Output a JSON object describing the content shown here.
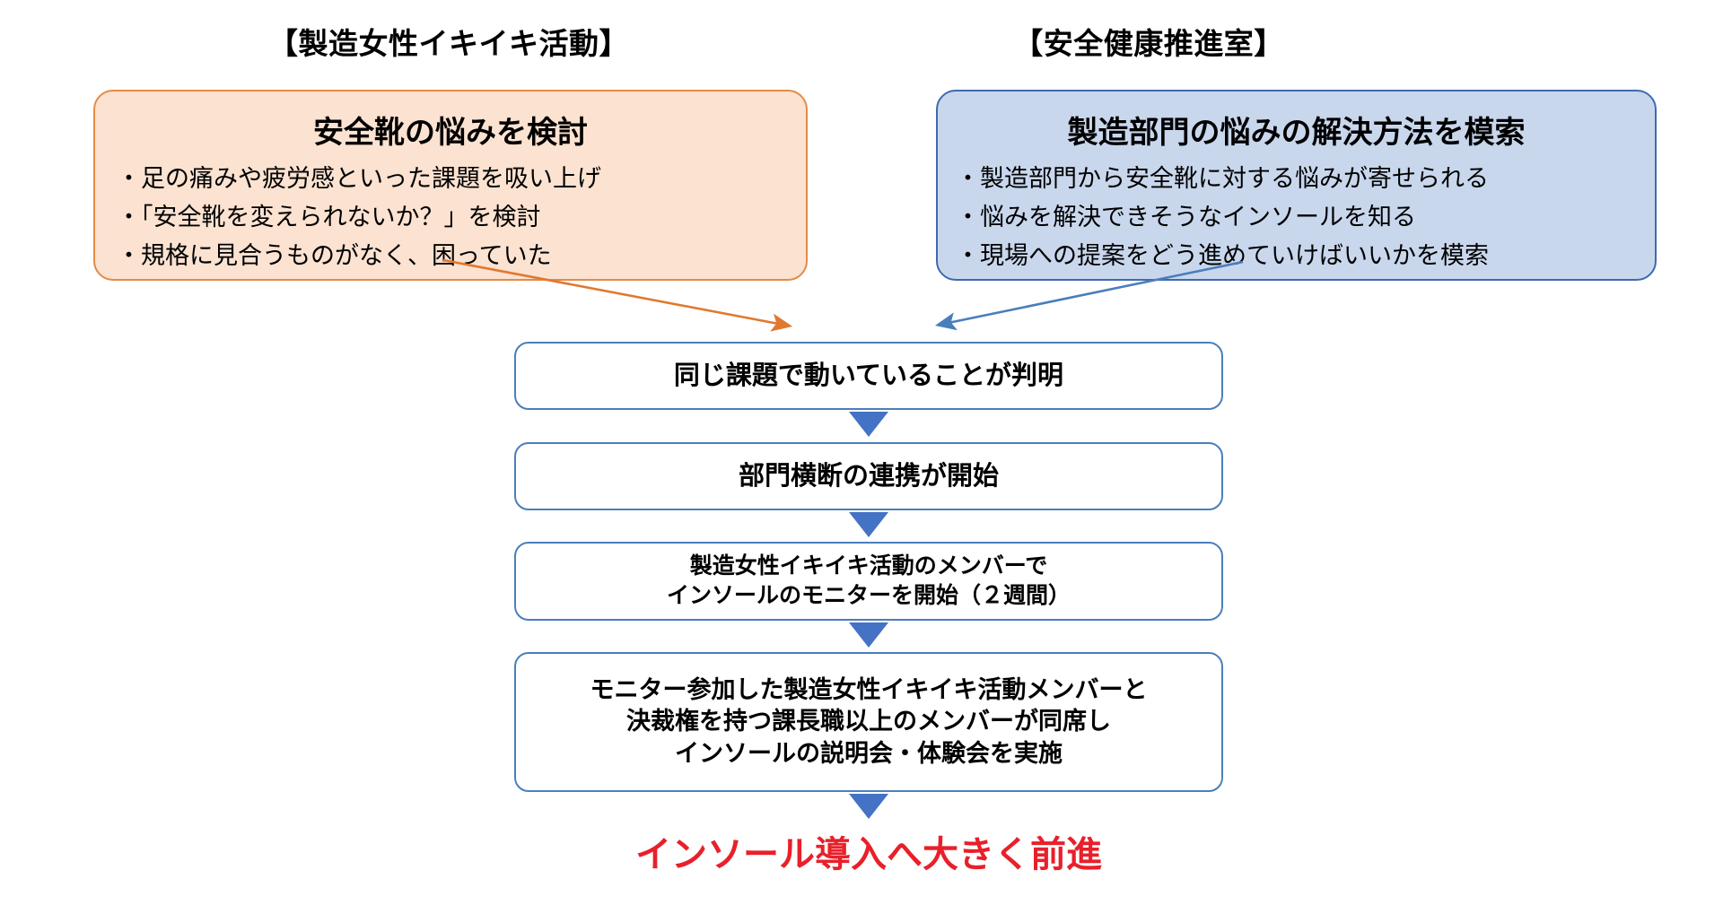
{
  "headings": {
    "left": "【製造女性イキイキ活動】",
    "right": "【安全健康推進室】"
  },
  "source_boxes": [
    {
      "id": "left",
      "title": "安全靴の悩みを検討",
      "fill_color": "#fbe2d1",
      "border_color": "#e38b48",
      "bullets": [
        "・足の痛みや疲労感といった課題を吸い上げ",
        "・「安全靴を変えられないか？」を検討",
        "・規格に見合うものがなく、困っていた"
      ]
    },
    {
      "id": "right",
      "title": "製造部門の悩みの解決方法を模索",
      "fill_color": "#c9d7ed",
      "border_color": "#3f6aad",
      "bullets": [
        "・製造部門から安全靴に対する悩みが寄せられる",
        "・悩みを解決できそうなインソールを知る",
        "・現場への提案をどう進めていけばいいかを模索"
      ]
    }
  ],
  "connector_arrows": [
    {
      "name": "left-source-to-flow-1",
      "color": "#e38b48"
    },
    {
      "name": "right-source-to-flow-1",
      "color": "#4a7ebb"
    }
  ],
  "flow_steps": [
    {
      "text": "同じ課題で動いていることが判明"
    },
    {
      "text": "部門横断の連携が開始"
    },
    {
      "text": "製造女性イキイキ活動のメンバーで\nインソールのモニターを開始（２週間）"
    },
    {
      "text": "モニター参加した製造女性イキイキ活動メンバーと\n決裁権を持つ課長職以上のメンバーが同席し\nインソールの説明会・体験会を実施"
    }
  ],
  "conclusion": {
    "text": "インソール導入へ大きく前進",
    "color": "#e8202a"
  },
  "colors": {
    "flow_box_border": "#4a7ebb",
    "down_arrow": "#4472c4",
    "background": "#ffffff"
  }
}
